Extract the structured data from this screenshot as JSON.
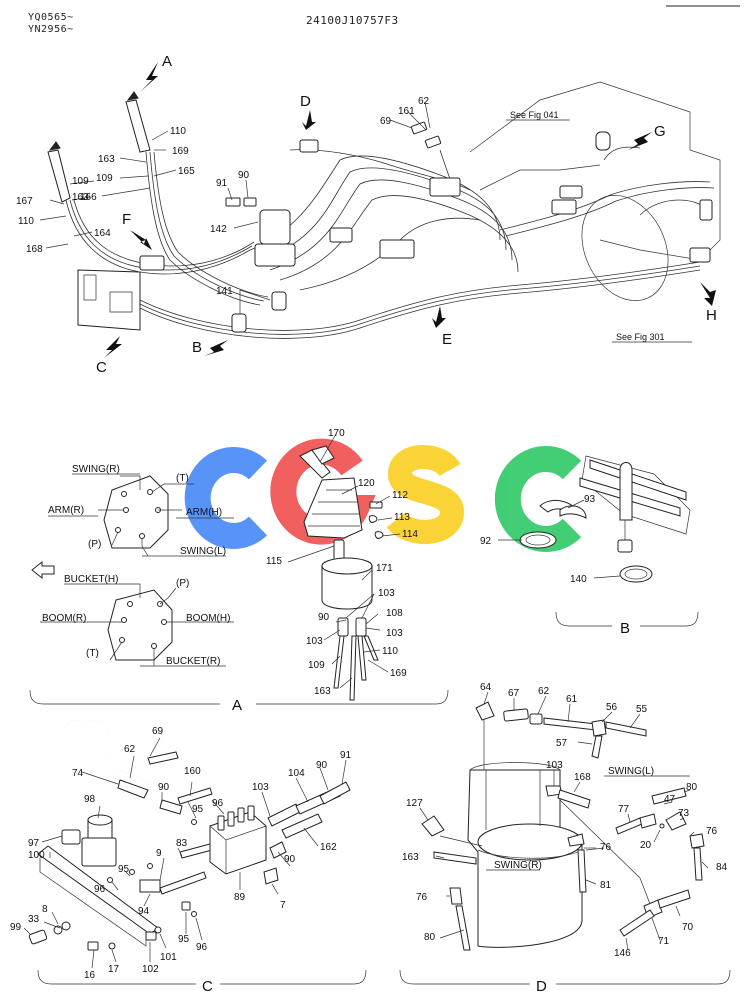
{
  "header": {
    "serial_a": "YQ0565~",
    "serial_b": "YN2956~",
    "drawing_no": "24100J10757F3"
  },
  "refs": {
    "fig041": "See Fig 041",
    "fig301": "See Fig 301"
  },
  "view_letters": [
    "A",
    "B",
    "C",
    "D",
    "E",
    "F",
    "G",
    "H"
  ],
  "section_captions": {
    "a": "A",
    "b": "B",
    "c": "C",
    "d": "D"
  },
  "ports_upper": {
    "swing_r": "SWING(R)",
    "t": "(T)",
    "arm_r": "ARM(R)",
    "arm_h": "ARM(H)",
    "p": "(P)",
    "swing_l": "SWING(L)"
  },
  "ports_lower": {
    "bucket_h": "BUCKET(H)",
    "p": "(P)",
    "boom_r": "BOOM(R)",
    "boom_h": "BOOM(H)",
    "t": "(T)",
    "bucket_r": "BUCKET(R)"
  },
  "swing_labels": {
    "l": "SWING(L)",
    "r": "SWING(R)"
  },
  "parts": {
    "top": [
      "110",
      "169",
      "163",
      "109",
      "165",
      "166",
      "167",
      "109",
      "163",
      "110",
      "164",
      "168",
      "91",
      "90",
      "142",
      "69",
      "161",
      "62",
      "141"
    ],
    "a": [
      "170",
      "120",
      "112",
      "113",
      "114",
      "115",
      "171",
      "103",
      "108",
      "90",
      "103",
      "103",
      "109",
      "110",
      "169",
      "163"
    ],
    "b": [
      "93",
      "92",
      "140"
    ],
    "c": [
      "69",
      "62",
      "74",
      "98",
      "97",
      "100",
      "8",
      "33",
      "99",
      "16",
      "17",
      "102",
      "101",
      "95",
      "96",
      "96",
      "94",
      "9",
      "83",
      "160",
      "90",
      "95",
      "96",
      "89",
      "103",
      "90",
      "104",
      "90",
      "91",
      "162",
      "7"
    ],
    "d": [
      "64",
      "67",
      "62",
      "61",
      "56",
      "55",
      "57",
      "103",
      "168",
      "80",
      "47",
      "77",
      "73",
      "76",
      "20",
      "84",
      "127",
      "76",
      "163",
      "81",
      "76",
      "80",
      "70",
      "71",
      "146"
    ]
  },
  "watermark": {
    "letters": [
      "C",
      "G",
      "S",
      "C"
    ],
    "colors": [
      "#3b82f6",
      "#ef4444",
      "#facc15",
      "#22c55e"
    ]
  }
}
